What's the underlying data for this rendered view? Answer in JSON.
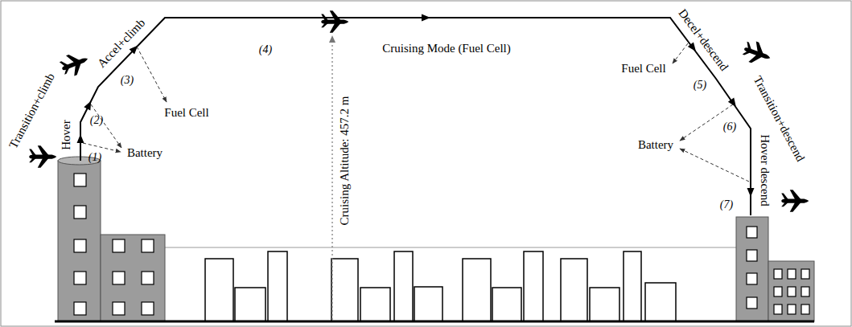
{
  "diagram": {
    "labels": [
      "(1)",
      "Hover",
      "Transition+climb",
      "(2)",
      "Battery",
      "Accel+climb",
      "(3)",
      "Fuel Cell",
      "(4)",
      "Cruising Altitude: 457.2 m",
      "Cruising Mode (Fuel Cell)",
      "Decel+descend",
      "(5)",
      "Fuel Cell",
      "Transition+descend",
      "(6)",
      "Battery",
      "Hover descend",
      "(7)"
    ]
  }
}
